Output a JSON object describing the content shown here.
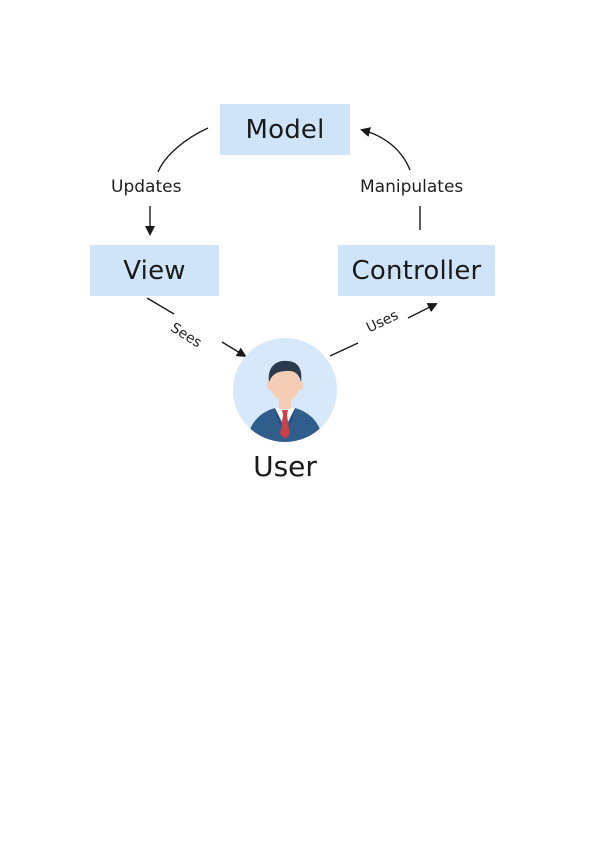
{
  "nodes": {
    "model": "Model",
    "view": "View",
    "controller": "Controller",
    "user": "User"
  },
  "edges": {
    "model_to_view": "Updates",
    "controller_to_model": "Manipulates",
    "view_to_user": "Sees",
    "user_to_controller": "Uses"
  },
  "colors": {
    "box_fill": "#cfe4f8",
    "avatar_bg": "#d6e8fa",
    "suit": "#2f5d8c",
    "tie": "#c9424a",
    "skin": "#f5cdb4",
    "hair": "#2b3a4f",
    "arrow": "#1a1a1a"
  }
}
